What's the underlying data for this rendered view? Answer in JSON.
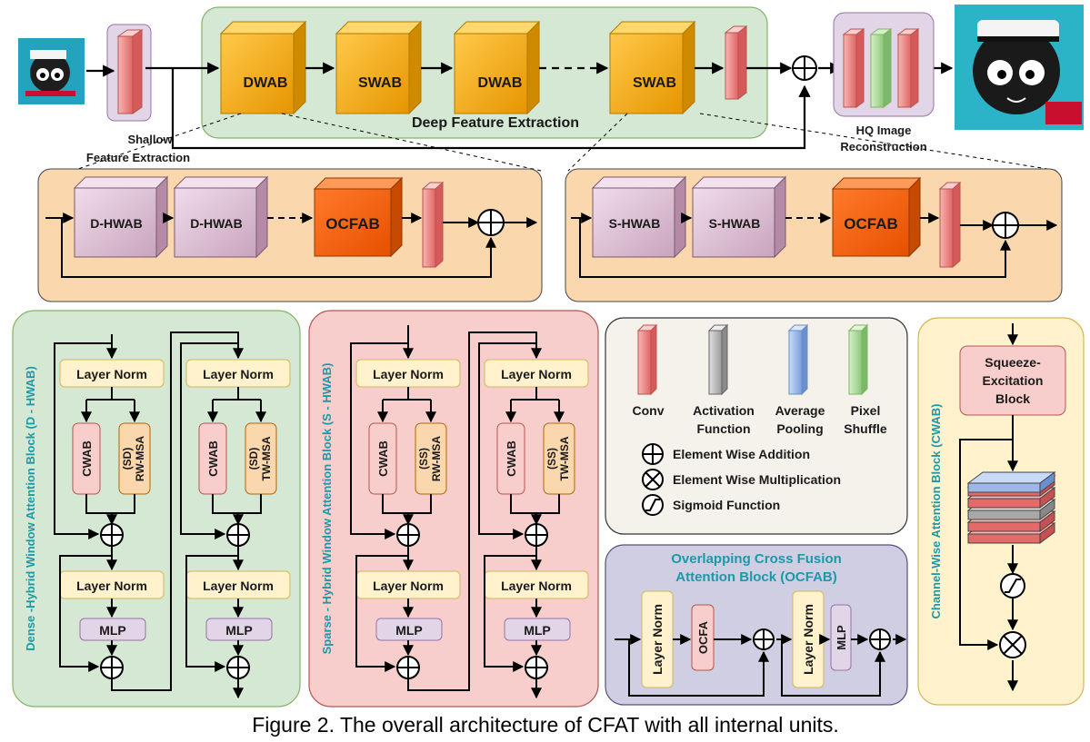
{
  "figure": {
    "caption": "Figure 2. The overall architecture of CFAT with all internal units.",
    "top": {
      "blocks": [
        "DWAB",
        "SWAB",
        "DWAB",
        "SWAB"
      ],
      "deep_label": "Deep Feature Extraction",
      "shallow_label_1": "Shallow",
      "shallow_label_2": "Feature Extraction",
      "hq_label_1": "HQ Image",
      "hq_label_2": "Reconstruction"
    },
    "dwab_detail": {
      "blocks": [
        "D-HWAB",
        "D-HWAB",
        "OCFAB"
      ]
    },
    "swab_detail": {
      "blocks": [
        "S-HWAB",
        "S-HWAB",
        "OCFAB"
      ]
    },
    "dhwab": {
      "title": "Dense -Hybrid Window Attention Block (D - HWAB)",
      "layer_norm": "Layer Norm",
      "cwab": "CWAB",
      "msa1_a": "(SD)",
      "msa1_b": "RW-MSA",
      "msa2_a": "(SD)",
      "msa2_b": "TW-MSA",
      "mlp": "MLP"
    },
    "shwab": {
      "title": "Sparse - Hybrid Window Attention Block (S - HWAB)",
      "layer_norm": "Layer Norm",
      "cwab": "CWAB",
      "msa1_a": "(SS)",
      "msa1_b": "RW-MSA",
      "msa2_a": "(SS)",
      "msa2_b": "TW-MSA",
      "mlp": "MLP"
    },
    "legend": {
      "conv": "Conv",
      "act_1": "Activation",
      "act_2": "Function",
      "avg_1": "Average",
      "avg_2": "Pooling",
      "pix_1": "Pixel",
      "pix_2": "Shuffle",
      "add": "Element Wise Addition",
      "mul": "Element Wise Multiplication",
      "sig": "Sigmoid Function"
    },
    "ocfab": {
      "title_1": "Overlapping Cross Fusion",
      "title_2": "Attention Block (OCFAB)",
      "layer_norm": "Layer Norm",
      "ocfa": "OCFA",
      "mlp": "MLP"
    },
    "cwab_panel": {
      "title": "Channel-Wise Attention Block (CWAB)",
      "se_1": "Squeeze-",
      "se_2": "Excitation",
      "se_3": "Block"
    }
  },
  "colors": {
    "green_panel": "#d5e8d4",
    "pink_panel": "#f8cecc",
    "orange_panel": "#fad7ac",
    "purple_panel": "#d0cee2",
    "yellow_panel": "#fff2cc",
    "dwab_block": "#f0a30a",
    "ocfab_block": "#fa6800",
    "hwab_block": "#e6d0de",
    "conv": "#f19c99",
    "teal_text": "#1a9aa8"
  }
}
